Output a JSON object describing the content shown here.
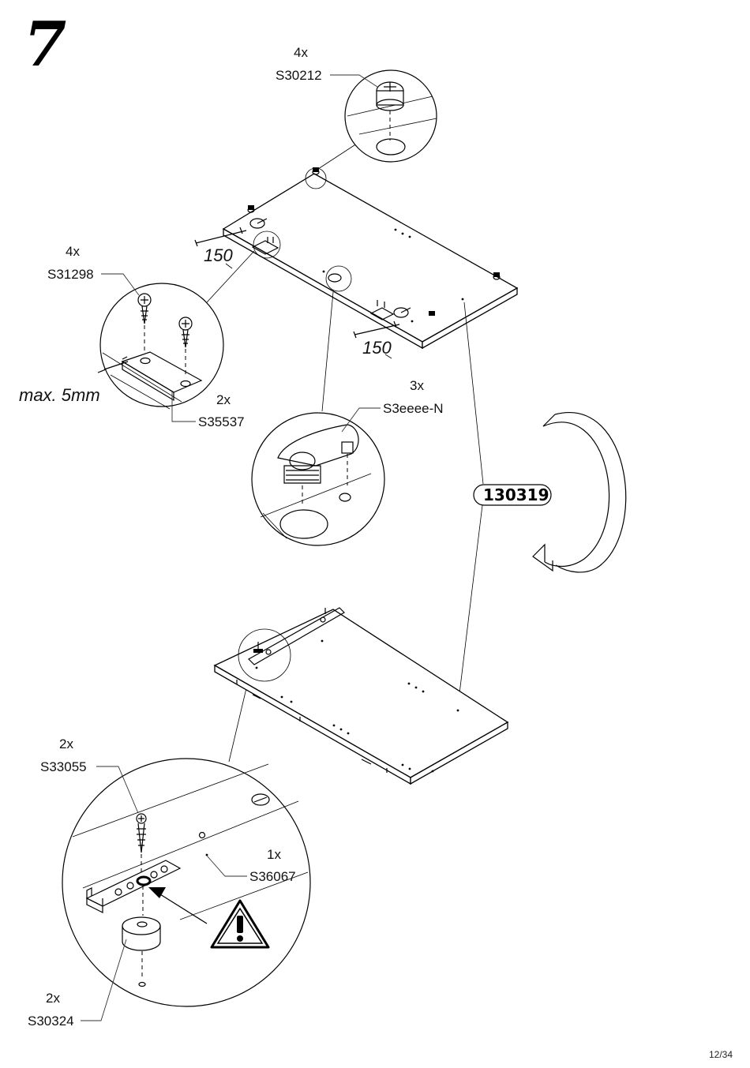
{
  "step_number": "7",
  "page_number": "12/34",
  "panel_label": "130319",
  "callouts": {
    "cam_lock": {
      "qty": "4x",
      "code": "S30212"
    },
    "screw": {
      "qty": "4x",
      "code": "S31298"
    },
    "plate": {
      "qty": "2x",
      "code": "S35537"
    },
    "connector": {
      "qty": "3x",
      "code": "S3eeee-N"
    },
    "rail_screw": {
      "qty": "2x",
      "code": "S33055"
    },
    "rail": {
      "qty": "1x",
      "code": "S36067"
    },
    "foot": {
      "qty": "2x",
      "code": "S30324"
    }
  },
  "dimensions": {
    "left_offset": "150",
    "right_offset": "150",
    "max_gap": "max. 5mm"
  },
  "icons": [
    "rotate-arrow-icon",
    "warning-icon"
  ]
}
